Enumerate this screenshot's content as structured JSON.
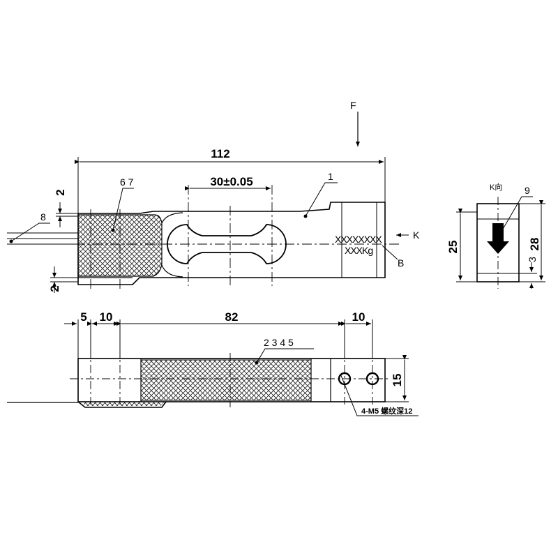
{
  "labels": {
    "force": "F",
    "dim_total_length": "112",
    "dim_hole_spacing": "30±0.05",
    "dim_left_small_top": "2",
    "dim_left_small_bottom": "2",
    "ref_1": "1",
    "ref_6_7": "6 7",
    "ref_8": "8",
    "ref_9": "9",
    "ref_B": "B",
    "k_arrow": "K",
    "k_view": "K向",
    "marking_line1": "XXXXXXXX",
    "marking_line2": "XXXKg",
    "dim_height_25": "25",
    "dim_height_28": "28",
    "dim_small_3": "3",
    "dim_5": "5",
    "dim_10_left": "10",
    "dim_82": "82",
    "dim_10_right": "10",
    "dim_15": "15",
    "ref_2_5": "2 3 4 5",
    "thread_note": "4-M5 螺纹深12"
  }
}
